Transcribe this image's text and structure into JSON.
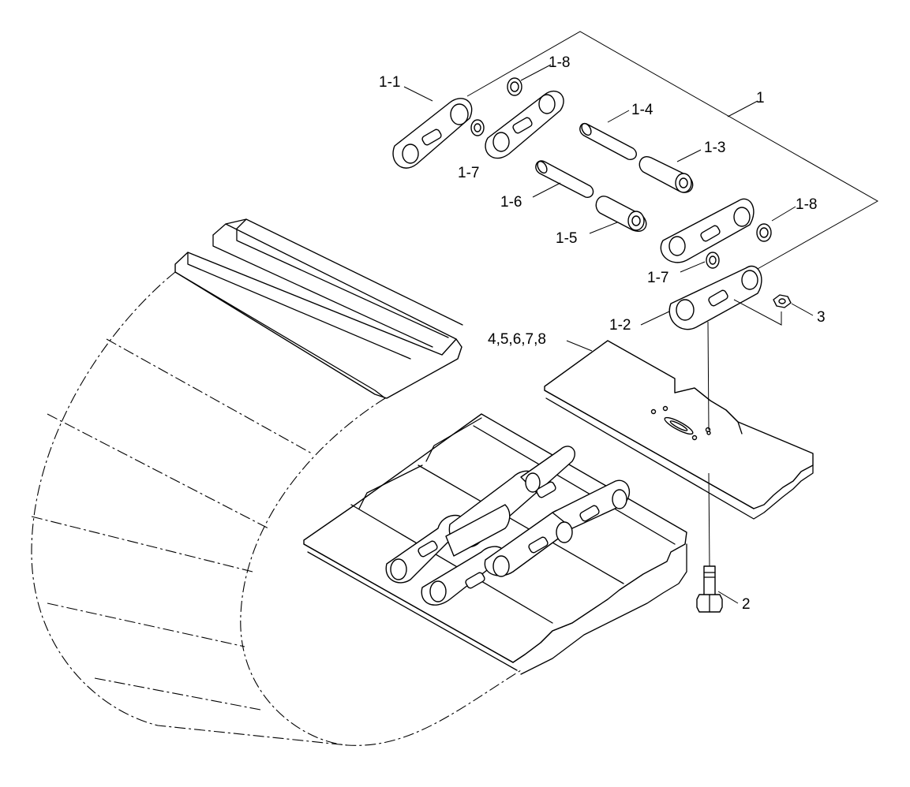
{
  "labels": {
    "l1": "1",
    "l1_1": "1-1",
    "l1_2": "1-2",
    "l1_3": "1-3",
    "l1_4": "1-4",
    "l1_5": "1-5",
    "l1_6": "1-6",
    "l1_7a": "1-7",
    "l1_7b": "1-7",
    "l1_8a": "1-8",
    "l1_8b": "1-8",
    "l2": "2",
    "l3": "3",
    "l4": "4,5,6,7,8"
  },
  "icons": [
    "track-link-icon",
    "pin-icon",
    "bushing-icon",
    "seal-icon",
    "bolt-icon",
    "nut-icon",
    "track-shoe-icon"
  ]
}
